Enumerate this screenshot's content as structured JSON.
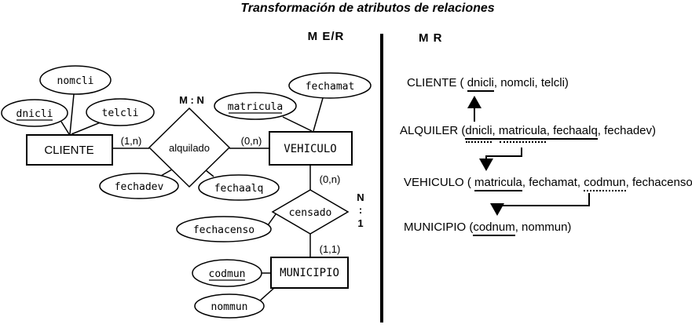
{
  "title": "Transformación de atributos de relaciones",
  "headers": {
    "left": "M E/R",
    "right": "M R"
  },
  "er": {
    "attributes": [
      {
        "label": "nomcli",
        "key": false
      },
      {
        "label": "dnicli",
        "key": true
      },
      {
        "label": "telcli",
        "key": false
      },
      {
        "label": "matricula",
        "key": true
      },
      {
        "label": "fechamat",
        "key": false
      },
      {
        "label": "fechadev",
        "key": false
      },
      {
        "label": "fechaalq",
        "key": false
      },
      {
        "label": "fechacenso",
        "key": false
      },
      {
        "label": "codmun",
        "key": true
      },
      {
        "label": "nommun",
        "key": false
      }
    ],
    "entities": [
      {
        "label": "CLIENTE"
      },
      {
        "label": "VEHICULO"
      },
      {
        "label": "MUNICIPIO"
      }
    ],
    "relationships": [
      {
        "label": "alquilado",
        "cardinality": "M : N"
      },
      {
        "label": "censado",
        "cardinality_lines": [
          "N",
          ":",
          "1"
        ]
      }
    ],
    "cardinalities": [
      "(1,n)",
      "(0,n)",
      "(0,n)",
      "(1,1)"
    ]
  },
  "mr": {
    "relations": [
      {
        "t0": "CLIENTE ( ",
        "t1": "dnicli",
        "t2": ", nomcli, telcli)"
      },
      {
        "t0": "ALQUILER (",
        "t1": "dnicli",
        "t2": ", ",
        "t3": "matricula",
        "t4": ", fechaalq",
        "t5": ", fechadev)"
      },
      {
        "t0": "VEHICULO ( ",
        "t1": "matricula",
        "t2": ", fechamat, ",
        "t3": "codmun",
        "t4": ", fechacenso)"
      },
      {
        "t0": "MUNICIPIO (",
        "t1": "codnum",
        "t2": ", nommun)"
      }
    ]
  }
}
